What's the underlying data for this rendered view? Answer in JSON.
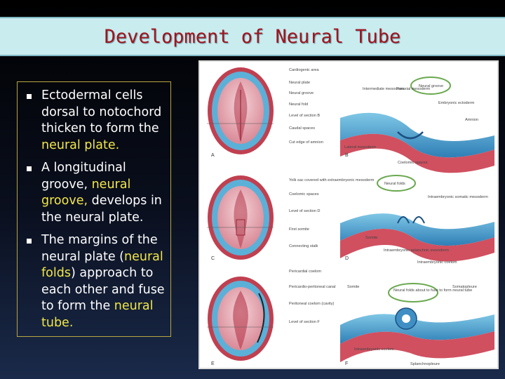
{
  "title": "Development of Neural Tube",
  "bullets": [
    {
      "parts": [
        {
          "text": "Ectodermal cells dorsal to notochord thicken to form the ",
          "hl": false
        },
        {
          "text": "neural plate.",
          "hl": true
        }
      ]
    },
    {
      "parts": [
        {
          "text": "A longitudinal groove, ",
          "hl": false
        },
        {
          "text": "neural groove,",
          "hl": true
        },
        {
          "text": " develops in the neural plate.",
          "hl": false
        }
      ]
    },
    {
      "parts": [
        {
          "text": "The margins of the neural plate (",
          "hl": false
        },
        {
          "text": "neural folds",
          "hl": true
        },
        {
          "text": ") approach to each other and fuse to form the ",
          "hl": false
        },
        {
          "text": "neural tube.",
          "hl": true
        }
      ]
    }
  ],
  "figure": {
    "panels": [
      "A",
      "B",
      "C",
      "D",
      "E",
      "F"
    ],
    "labels_a": [
      "Cardiogenic area",
      "Neural plate",
      "Neural groove",
      "Neural fold",
      "Level of section B",
      "Caudal spaces",
      "Cut edge of amnion"
    ],
    "labels_b": [
      "Intermediate mesoderm",
      "Paraxial mesoderm",
      "Neural groove",
      "Embryonic ectoderm",
      "Amnion",
      "Lateral mesoderm",
      "Coelomic spaces"
    ],
    "labels_c": [
      "Yolk sac covered with extraembryonic mesoderm",
      "Coelomic spaces",
      "Level of section D",
      "First somite",
      "Connecting stalk"
    ],
    "labels_d": [
      "Neural folds",
      "Intraembryonic somatic mesoderm",
      "Somite",
      "Intraembryonic splanchnic mesoderm",
      "Intraembryonic coelom"
    ],
    "labels_e": [
      "Pericardial coelom",
      "Pericardio-peritoneal canal",
      "Peritoneal coelom (cavity)",
      "Level of section F"
    ],
    "labels_f": [
      "Somite",
      "Neural folds about to fuse to form neural tube",
      "Somatopleure",
      "Intraembryonic coelom",
      "Splanchnopleure"
    ]
  }
}
